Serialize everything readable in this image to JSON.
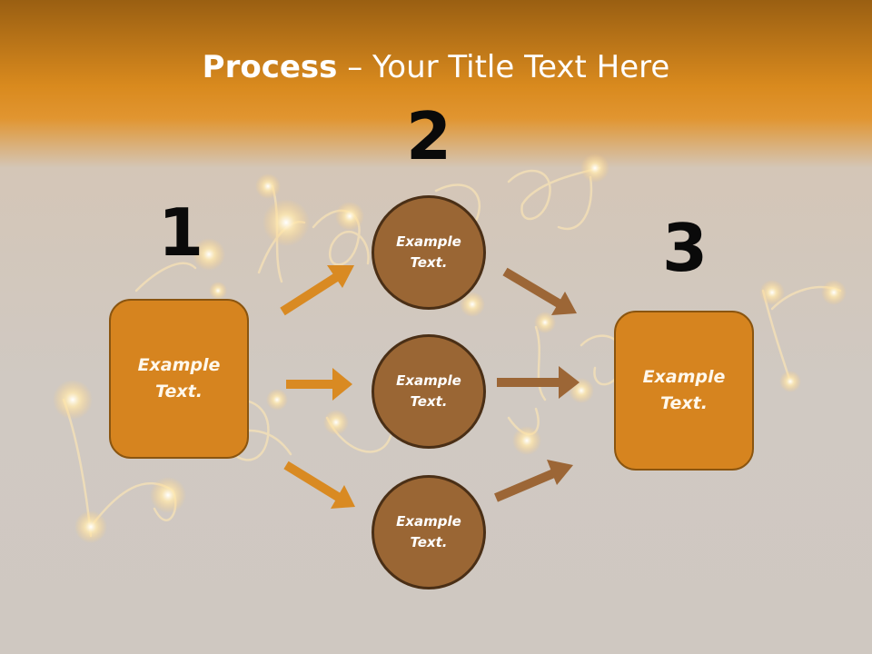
{
  "title": {
    "bold": "Process",
    "dash": " – ",
    "rest": "Your Title Text Here"
  },
  "numbers": {
    "one": "1",
    "two": "2",
    "three": "3"
  },
  "left_box": {
    "text": "Example\nText."
  },
  "right_box": {
    "text": "Example\nText."
  },
  "circles": [
    {
      "text": "Example\nText."
    },
    {
      "text": "Example\nText."
    },
    {
      "text": "Example\nText."
    }
  ],
  "colors": {
    "orange": "#d6841f",
    "brown": "#9a6634",
    "arrow_left": "#d98a22",
    "arrow_right": "#9c6636"
  }
}
